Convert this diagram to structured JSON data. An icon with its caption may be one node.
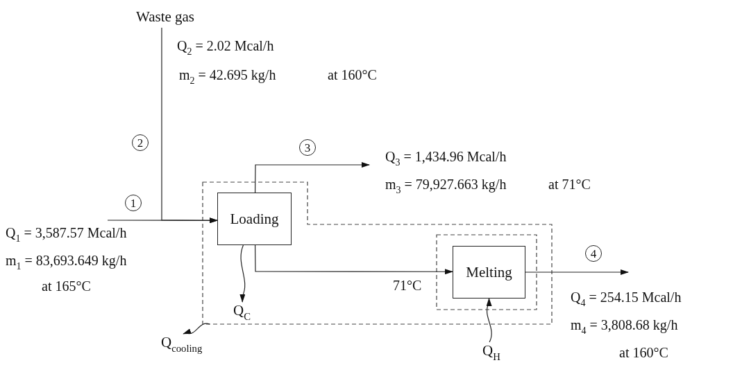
{
  "diagram": {
    "nodes": [
      {
        "text": [],
        "shape": "box"
      },
      {
        "text": [
          "Loading"
        ],
        "in": 0
      },
      {
        "text": [],
        "shape": "box",
        "in": 0
      },
      {
        "text": [
          "Melting"
        ],
        "in": 2
      },
      {
        "text": [
          "Waste gas"
        ]
      },
      {
        "text": [
          "Q$_{C}$"
        ],
        "in": 0
      },
      {
        "text": [
          "Q$_{cooling}$"
        ]
      },
      {
        "text": [
          "Q$_{H}$"
        ]
      }
    ],
    "edges": [
      {
        "from": null,
        "to": 1,
        "arrow": "to",
        "label": "1"
      },
      {
        "from": 4,
        "to": 1,
        "arrow": "to",
        "label": "2"
      },
      {
        "from": 1,
        "to": null,
        "arrow": "to",
        "label": "3"
      },
      {
        "from": 1,
        "to": 3,
        "arrow": "to",
        "label": "71°C"
      },
      {
        "from": 3,
        "to": null,
        "arrow": "to",
        "label": "4"
      },
      {
        "from": 1,
        "to": 5,
        "arrow": "to"
      },
      {
        "from": 0,
        "to": 6,
        "arrow": "to"
      },
      {
        "from": 7,
        "to": 3,
        "arrow": "to"
      }
    ],
    "labels": [
      "Q$_{2}$ = 2.02 Mcal/h",
      "m$_{2}$ = 42.695 kg/h",
      "at 160°C",
      "Q$_{3}$ = 1,434.96 Mcal/h",
      "m$_{3}$ = 79,927.663 kg/h",
      "at 71°C",
      "Q$_{1}$ = 3,587.57 Mcal/h",
      "m$_{1}$ = 83,693.649 kg/h",
      "at 165°C",
      "Q$_{4}$ = 254.15 Mcal/h",
      "m$_{4}$ = 3,808.68 kg/h",
      "at 160°C"
    ]
  }
}
